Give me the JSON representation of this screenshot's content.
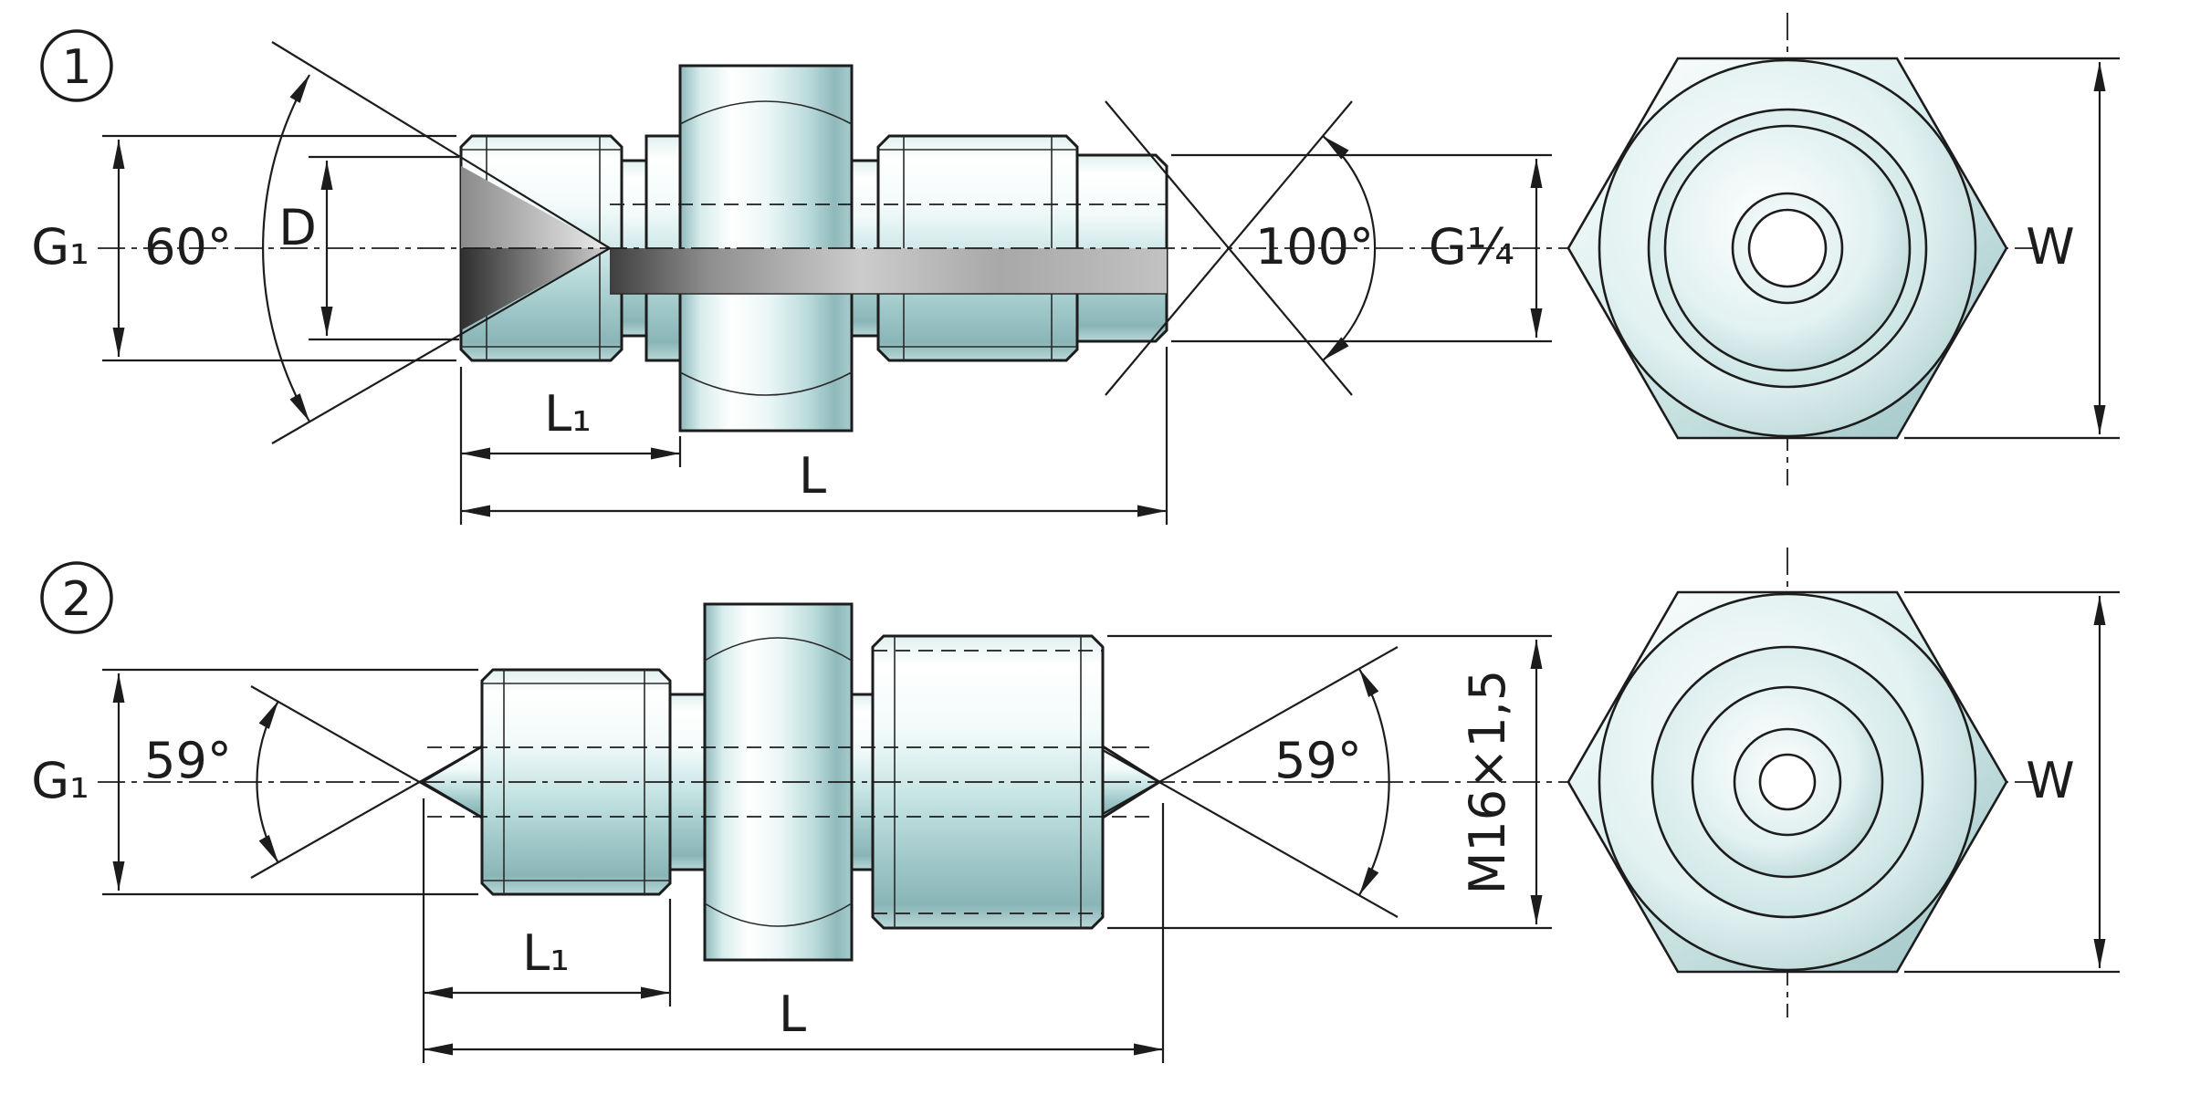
{
  "colors": {
    "line": "#1c1c1c",
    "body_teal": "#bcdcdc",
    "body_highlight": "#ffffff",
    "bore_gray": "#8f8f8f"
  },
  "views": {
    "variant1": {
      "badge": "1",
      "labels": {
        "thread_left": "G₁",
        "cone_angle_left": "60°",
        "bore_diameter": "D",
        "cone_angle_right": "100°",
        "thread_right": "G¼",
        "length_l1": "L₁",
        "length_total": "L",
        "width_across_flats": "W"
      }
    },
    "variant2": {
      "badge": "2",
      "labels": {
        "thread_left": "G₁",
        "cone_angle_left": "59°",
        "cone_angle_right": "59°",
        "thread_right": "M16×1,5",
        "length_l1": "L₁",
        "length_total": "L",
        "width_across_flats": "W"
      }
    }
  }
}
